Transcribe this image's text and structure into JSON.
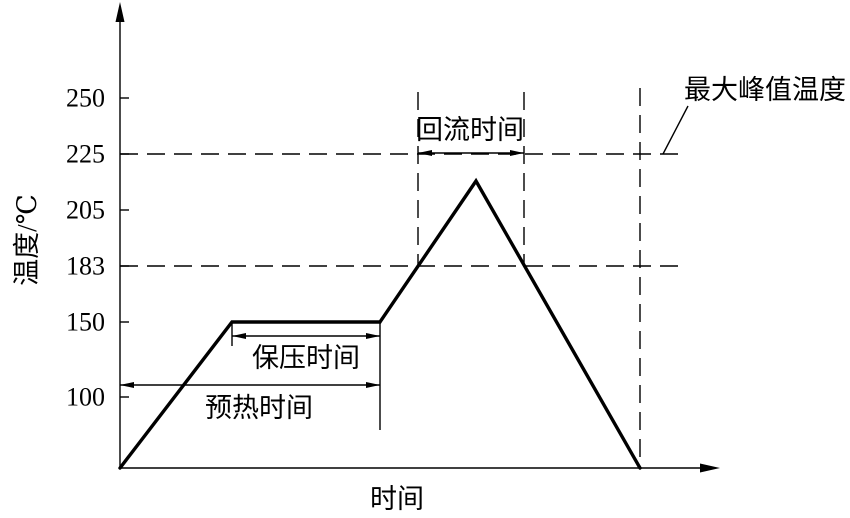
{
  "figure": {
    "background_color": "#ffffff",
    "line_color": "#000000"
  },
  "axes": {
    "y_label": "温度/℃",
    "x_label": "时间",
    "y_tick_labels": [
      "250",
      "225",
      "205",
      "183",
      "150",
      "100"
    ]
  },
  "annotations": {
    "reflow_time": "回流时间",
    "soak_time": "保压时间",
    "preheat_time": "预热时间",
    "peak_temperature": "最大峰值温度"
  }
}
